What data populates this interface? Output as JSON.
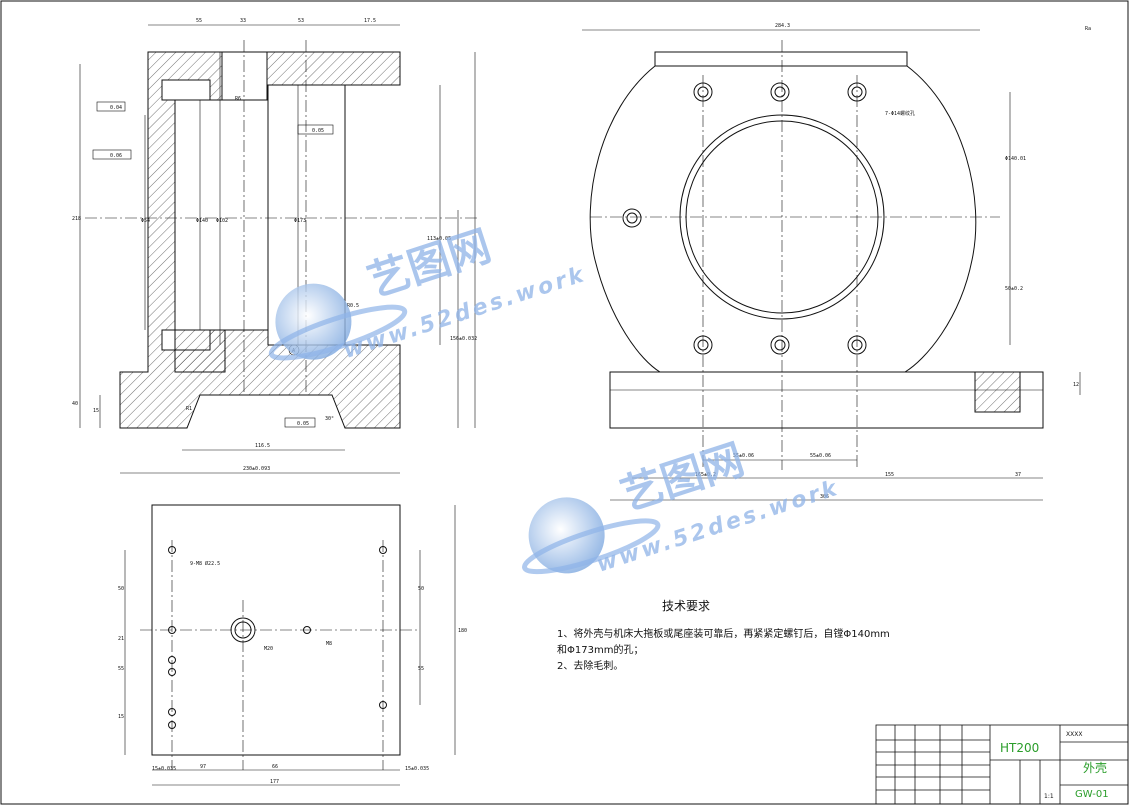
{
  "watermark": {
    "brand": "艺图网",
    "url": "www.52des.work"
  },
  "dims_left": {
    "d55": "55",
    "d33": "33",
    "d53": "53",
    "d17": "17.5",
    "d230": "230±0.093",
    "d116": "116.5",
    "d40": "40",
    "d15": "15",
    "d218": "218",
    "d156": "156±0.032",
    "d113": "113±0.05",
    "tol1": "0.04",
    "tol2": "0.06",
    "tol3": "0.05",
    "tol4": "0.05",
    "datum": "A",
    "angle": "30°",
    "phi1": "Φ54",
    "phi2": "Φ140",
    "phi3": "Φ102",
    "phi4": "Φ173",
    "r6": "R6",
    "r1": "R1",
    "r05": "R0.5"
  },
  "dims_right": {
    "top": "284.3",
    "rough": "Ra",
    "holes": "7-Φ14螺纹孔",
    "v1": "Φ140.01",
    "v2": "50±0.2",
    "h1": "55±0.06",
    "h2": "55±0.06",
    "h3": "155",
    "h4": "37",
    "h5": "165±0.2",
    "h6": "306",
    "side": "12"
  },
  "dims_bottom": {
    "total_h": "180",
    "w1": "97",
    "w2": "66",
    "total_w": "177",
    "edge_l": "15±0.035",
    "edge_r": "15±0.035",
    "v50a": "50",
    "v50b": "50",
    "v55": "55",
    "v21": "21",
    "v55b": "55",
    "v15": "15",
    "m20": "M20",
    "m8": "M8",
    "hole_note": "9-M8 Ø22.5"
  },
  "notes": {
    "heading": "技术要求",
    "line1": "1、将外壳与机床大拖板或尾座装可靠后，再紧紧定螺钉后，自镗Φ140mm",
    "line2": "和Φ173mm的孔；",
    "line3": "2、去除毛刺。"
  },
  "title_block": {
    "material": "HT200",
    "part_name": "外壳",
    "drawing_no": "GW-01",
    "code": "XXXX",
    "scale": "1:1"
  }
}
